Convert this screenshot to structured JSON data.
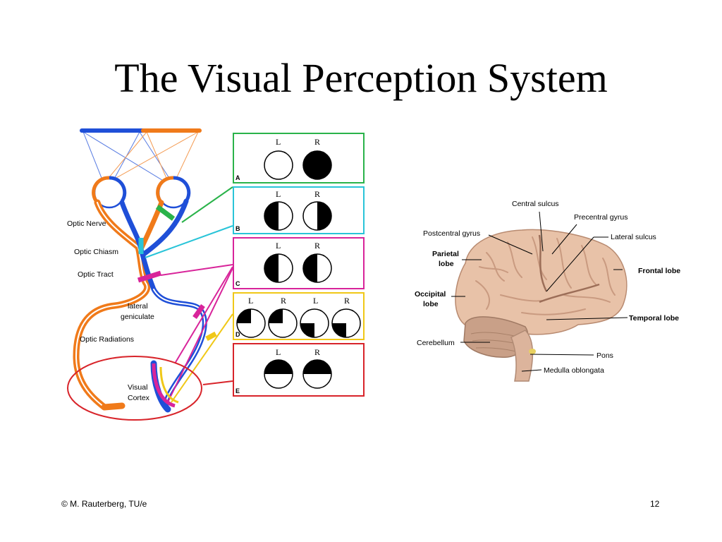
{
  "slide": {
    "title": "The Visual Perception System",
    "footer_left": "© M. Rauterberg, TU/e",
    "page_number": "12"
  },
  "pathway": {
    "labels": {
      "optic_nerve": "Optic Nerve",
      "optic_chiasm": "Optic Chiasm",
      "optic_tract": "Optic Tract",
      "lateral_geniculate_1": "lateral",
      "lateral_geniculate_2": "geniculate",
      "optic_radiations": "Optic Radiations",
      "visual_cortex_1": "Visual",
      "visual_cortex_2": "Cortex"
    },
    "colors": {
      "left_field": "#1f4fd8",
      "right_field": "#f07a1a",
      "lesion_a": "#2ab34a",
      "lesion_b": "#29c4d8",
      "lesion_c": "#d8249a",
      "lesion_d": "#f0c818",
      "lesion_e": "#d8242a"
    }
  },
  "panels": [
    {
      "letter": "A",
      "labels": [
        "L",
        "R"
      ]
    },
    {
      "letter": "B",
      "labels": [
        "L",
        "R"
      ]
    },
    {
      "letter": "C",
      "labels": [
        "L",
        "R"
      ]
    },
    {
      "letter": "D",
      "labels": [
        "L",
        "R",
        "L",
        "R"
      ]
    },
    {
      "letter": "E",
      "labels": [
        "L",
        "R"
      ]
    }
  ],
  "brain": {
    "labels": {
      "central_sulcus": "Central sulcus",
      "precentral_gyrus": "Precentral gyrus",
      "postcentral_gyrus": "Postcentral gyrus",
      "lateral_sulcus": "Lateral sulcus",
      "parietal_1": "Parietal",
      "parietal_2": "lobe",
      "frontal": "Frontal lobe",
      "occipital_1": "Occipital",
      "occipital_2": "lobe",
      "temporal": "Temporal lobe",
      "cerebellum": "Cerebellum",
      "pons": "Pons",
      "medulla": "Medulla oblongata"
    }
  }
}
